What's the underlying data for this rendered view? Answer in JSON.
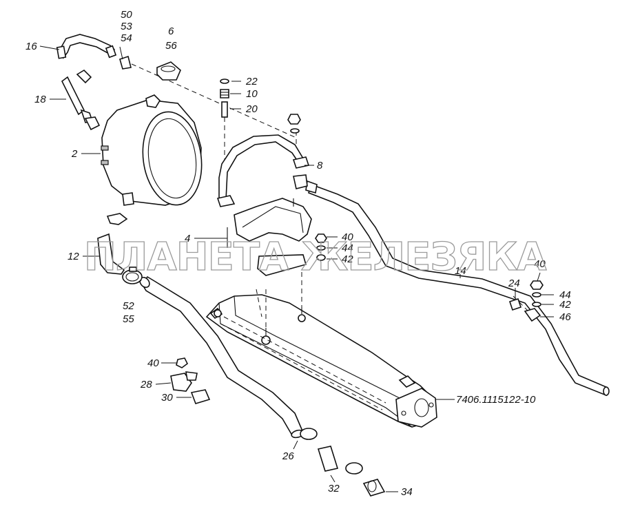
{
  "watermark": "ПЛАНЕТА ЖЕЛЕЗЯКА",
  "labels": {
    "l16": "16",
    "l50": "50",
    "l53": "53",
    "l54": "54",
    "l6": "6",
    "l56": "56",
    "l18": "18",
    "l2": "2",
    "l22": "22",
    "l10": "10",
    "l20": "20",
    "l8": "8",
    "l4": "4",
    "l12": "12",
    "l40a": "40",
    "l44a": "44",
    "l42a": "42",
    "l52": "52",
    "l55": "55",
    "l14": "14",
    "l40b": "40",
    "l24": "24",
    "l44b": "44",
    "l42b": "42",
    "l46": "46",
    "l40c": "40",
    "l28": "28",
    "l30": "30",
    "lpart": "7406.1115122-10",
    "l26": "26",
    "l32": "32",
    "l34": "34"
  }
}
